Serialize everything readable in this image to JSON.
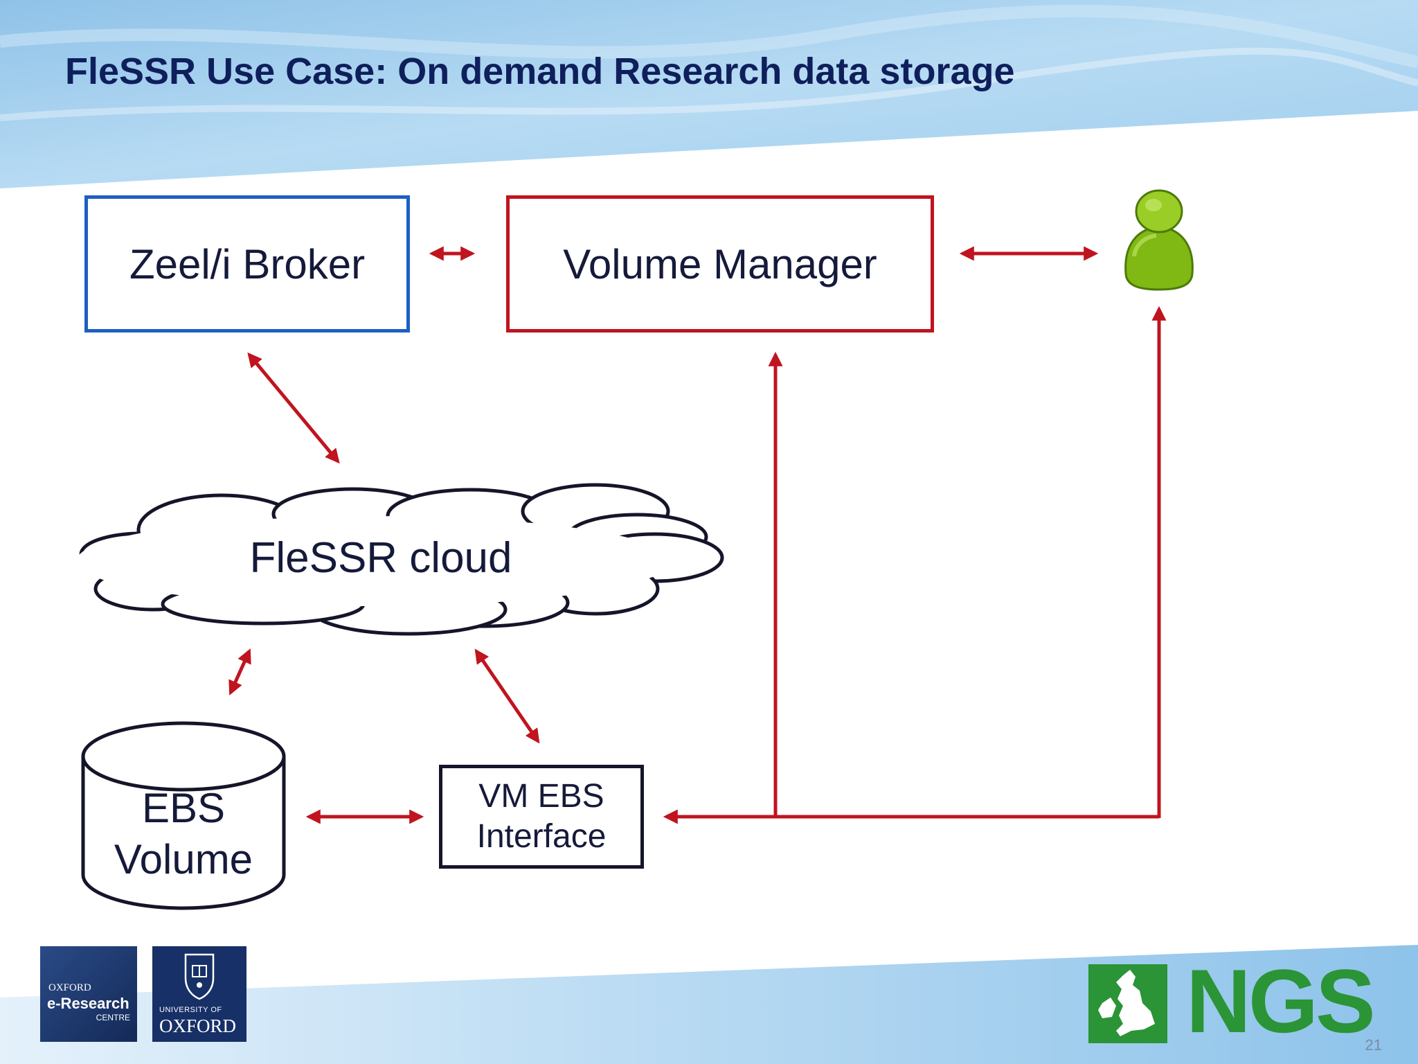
{
  "slide": {
    "title": "FleSSR Use Case: On demand Research data storage",
    "page_number": "21"
  },
  "nodes": {
    "broker": "Zeel/i Broker",
    "volume_manager": "Volume Manager",
    "cloud": "FleSSR cloud",
    "ebs_volume_line1": "EBS",
    "ebs_volume_line2": "Volume",
    "vm_ebs_line1": "VM EBS",
    "vm_ebs_line2": "Interface",
    "user": "user-icon"
  },
  "logos": {
    "oxford_eresearch": {
      "line1": "OXFORD",
      "line2": "e-Research",
      "line3": "CENTRE"
    },
    "oxford_university": {
      "line1": "UNIVERSITY OF",
      "line2": "OXFORD"
    },
    "ngs": "NGS"
  },
  "colors": {
    "title": "#0f1f5c",
    "arrow": "#c0141f",
    "broker_border": "#1d5fc4",
    "volume_manager_border": "#c0141f",
    "user": "#8cc21a",
    "ngs_green": "#2a9436",
    "band_blue": "#a9d2ee"
  }
}
